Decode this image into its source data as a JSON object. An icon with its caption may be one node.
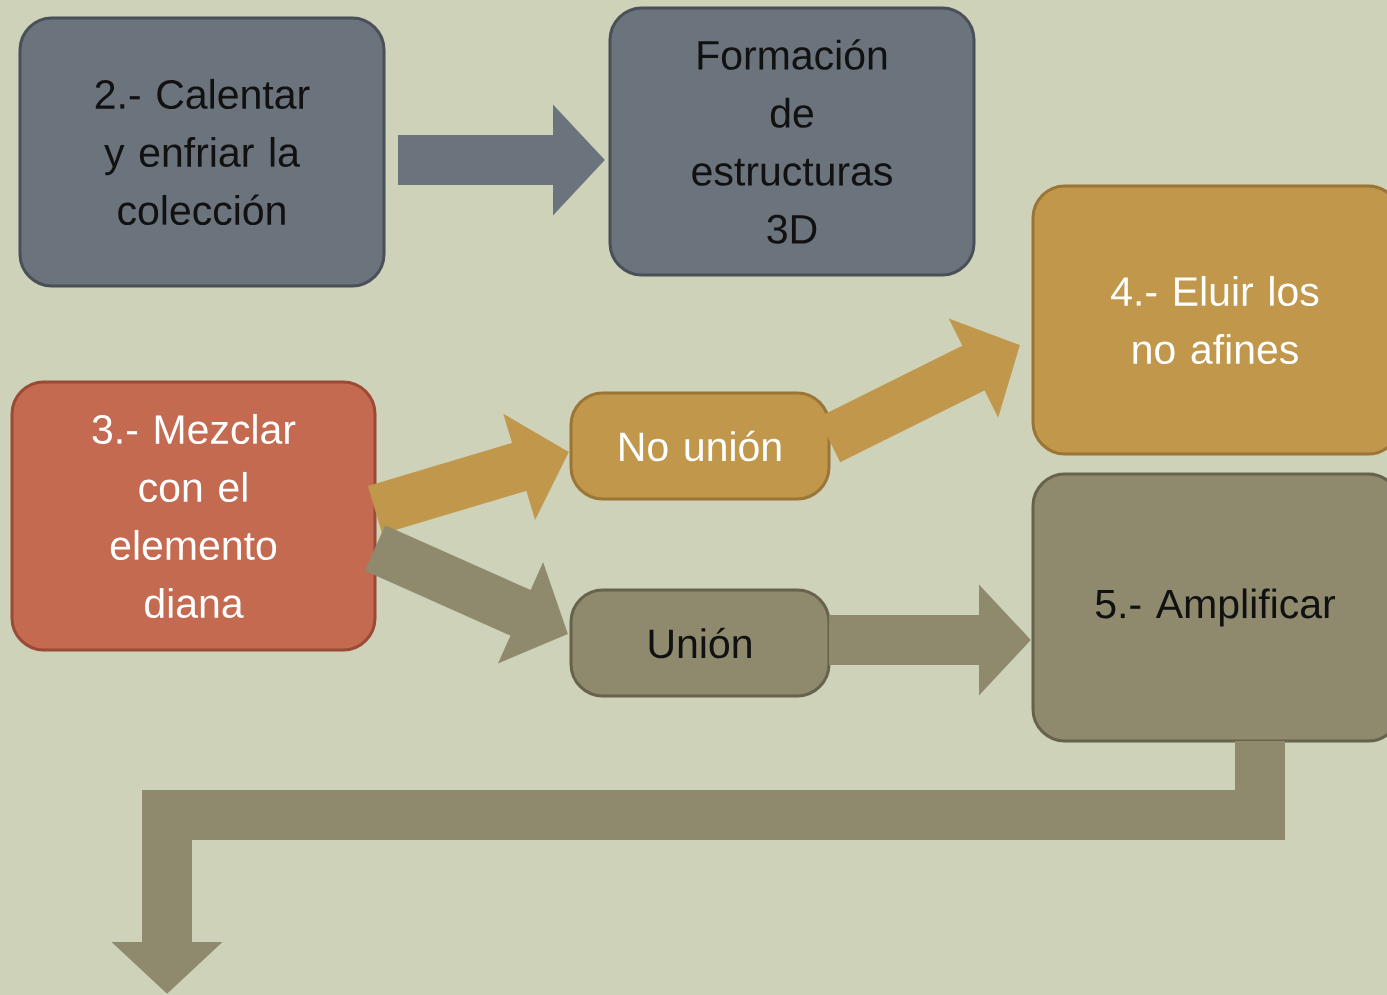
{
  "diagram": {
    "nodes": [
      {
        "text": [
          "2.- Calentar y enfriar la colección"
        ]
      },
      {
        "text": [
          "Formación de estructuras 3D"
        ]
      },
      {
        "text": [
          "4.- Eluir los no afines"
        ]
      },
      {
        "text": [
          "3.- Mezclar con el elemento diana"
        ]
      },
      {
        "text": [
          "No unión"
        ]
      },
      {
        "text": [
          "Unión"
        ]
      },
      {
        "text": [
          "5.- Amplificar"
        ]
      }
    ],
    "edges": [
      {
        "from": 0,
        "to": 1,
        "arrow": "to",
        "color": "#6b737c"
      },
      {
        "from": 3,
        "to": 4,
        "arrow": "to",
        "color": "#c0974b"
      },
      {
        "from": 4,
        "to": 2,
        "arrow": "to",
        "color": "#c0974b"
      },
      {
        "from": 3,
        "to": 5,
        "arrow": "to"
      },
      {
        "from": 5,
        "to": 6,
        "arrow": "to"
      },
      {
        "from": 6,
        "to": null,
        "arrow": "to"
      }
    ]
  }
}
